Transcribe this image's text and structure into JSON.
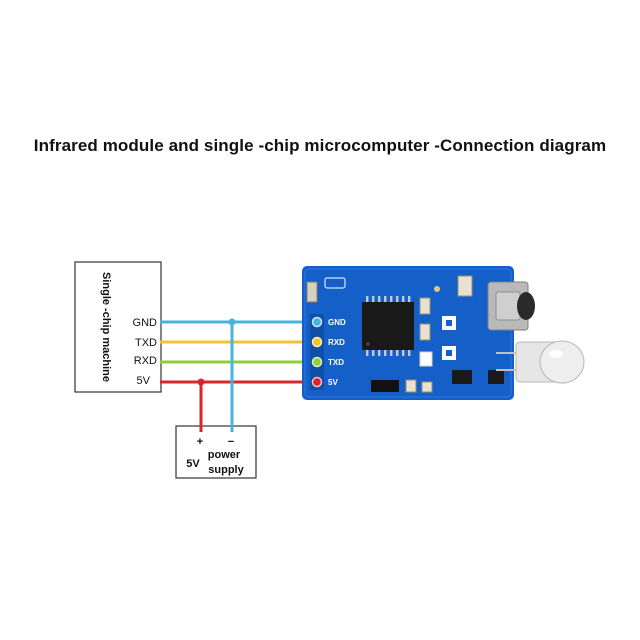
{
  "title": "Infrared module and single -chip microcomputer -Connection diagram",
  "mcu": {
    "label": "Single -chip machine",
    "pins": [
      "GND",
      "TXD",
      "RXD",
      "5V"
    ]
  },
  "module": {
    "pins": [
      "GND",
      "RXD",
      "TXD",
      "5V"
    ]
  },
  "power_supply": {
    "plus": "+",
    "minus": "−",
    "voltage": "5V",
    "label_line1": "power",
    "label_line2": "supply"
  },
  "colors": {
    "gnd_wire": "#49b3e0",
    "txd_wire": "#f2c230",
    "rxd_wire": "#8fcf3c",
    "vcc_wire": "#d9262b",
    "pcb": "#1560c8"
  }
}
